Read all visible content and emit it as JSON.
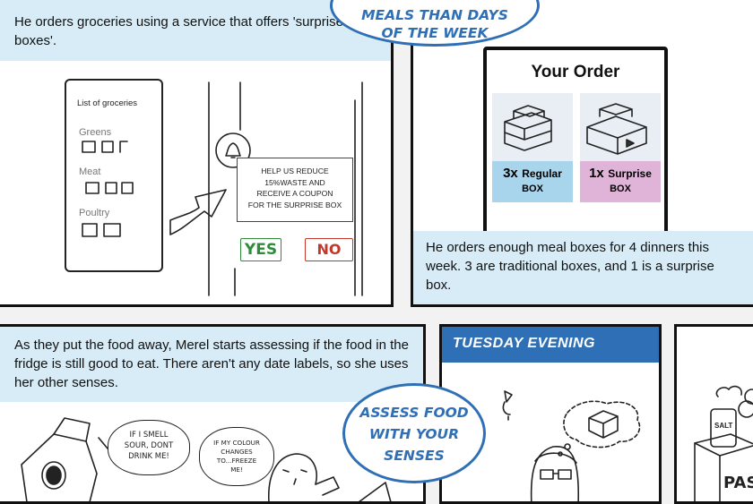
{
  "panel1": {
    "caption": "He orders groceries using a service that offers 'surprise meal boxes'.",
    "list_title": "List of groceries",
    "categories": [
      "Greens",
      "Meat",
      "Poultry"
    ],
    "popup_text": [
      "HELP US REDUCE",
      "15%WASTE AND",
      "RECEIVE A COUPON",
      "FOR THE SURPRISE BOX"
    ],
    "yes_label": "YES",
    "no_label": "NO"
  },
  "bubble_top": {
    "lines": [
      "MEALS THAN DAYS",
      "OF THE WEEK"
    ]
  },
  "panel2": {
    "order_title": "Your Order",
    "regular": {
      "count": "3x",
      "name": "Regular",
      "box": "BOX"
    },
    "surprise": {
      "count": "1x",
      "name": "Surprise",
      "box": "BOX"
    },
    "caption": "He orders enough meal boxes for 4 dinners this week. 3 are traditional boxes, and 1 is a surprise box."
  },
  "panel3": {
    "caption": "As they put the food away, Merel starts assessing if the food in the fridge is still good to eat. There aren't any date labels, so she uses her other senses.",
    "speech1": [
      "IF I SMELL",
      "SOUR, DONT",
      "DRINK ME!"
    ],
    "speech2": [
      "IF MY COLOUR",
      "CHANGES",
      "TO...FREEZE",
      "ME!"
    ]
  },
  "bubble_mid": {
    "lines": [
      "ASSESS FOOD",
      "WITH YOUR",
      "SENSES"
    ]
  },
  "panel4": {
    "title": "TUESDAY EVENING"
  },
  "panel5": {
    "label_salt": "SALT",
    "label_pasta": "PAST"
  },
  "colors": {
    "caption_bg": "#d7ecf7",
    "accent_blue": "#2f6fb5",
    "regular_bg": "#a8d4ec",
    "surprise_bg": "#e0b4d8",
    "yes_green": "#2e8b3a",
    "no_red": "#c0392b"
  }
}
